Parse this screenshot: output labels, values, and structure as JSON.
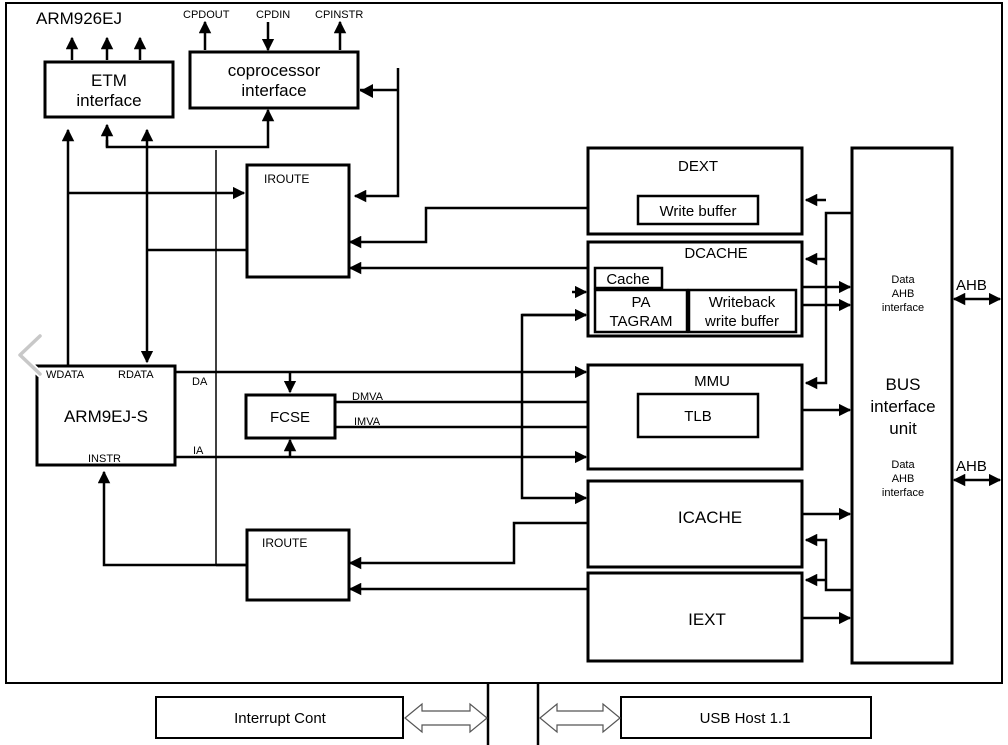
{
  "chip": {
    "arm926ej": "ARM926EJ",
    "etm": [
      "ETM",
      "interface"
    ],
    "coprocessor": [
      "coprocessor",
      "interface"
    ],
    "cp_signals": [
      "CPDOUT",
      "CPDIN",
      "CPINSTR"
    ],
    "iroute_top": "IROUTE",
    "iroute_bottom": "IROUTE",
    "core": "ARM9EJ-S",
    "core_ports": {
      "wdata": "WDATA",
      "rdata": "RDATA",
      "instr": "INSTR"
    },
    "bus_labels": {
      "da": "DA",
      "ia": "IA",
      "dmva": "DMVA",
      "imva": "IMVA"
    },
    "fcse": "FCSE",
    "dext": "DEXT",
    "write_buffer": "Write buffer",
    "dcache": "DCACHE",
    "cache": "Cache",
    "pa_tagram": [
      "PA",
      "TAGRAM"
    ],
    "writeback": [
      "Writeback",
      "write buffer"
    ],
    "mmu": "MMU",
    "tlb": "TLB",
    "icache": "ICACHE",
    "iext": "IEXT",
    "biu": [
      "BUS",
      "interface",
      "unit"
    ],
    "data_ahb_top": [
      "Data",
      "AHB",
      "interface"
    ],
    "data_ahb_bottom": [
      "Data",
      "AHB",
      "interface"
    ],
    "ahb_top": "AHB",
    "ahb_bottom": "AHB"
  },
  "peripherals": {
    "interrupt": "Interrupt Cont",
    "usb": "USB Host 1.1"
  },
  "icons": {
    "nav": "chevron-left-icon"
  }
}
